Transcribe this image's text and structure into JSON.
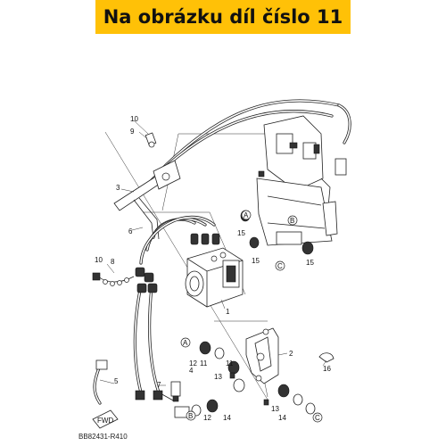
{
  "banner": {
    "text": "Na obrázku díl číslo 11",
    "color": "#ffc107"
  },
  "diagram_code": "BB82431-R410",
  "callouts": [
    "1",
    "2",
    "3",
    "4",
    "5",
    "6",
    "7",
    "8",
    "9",
    "10",
    "10",
    "11",
    "11",
    "12",
    "12",
    "13",
    "13",
    "14",
    "14",
    "15",
    "15",
    "15",
    "16"
  ],
  "reference_markers": [
    "A",
    "B",
    "C"
  ],
  "direction_label": "FWD"
}
